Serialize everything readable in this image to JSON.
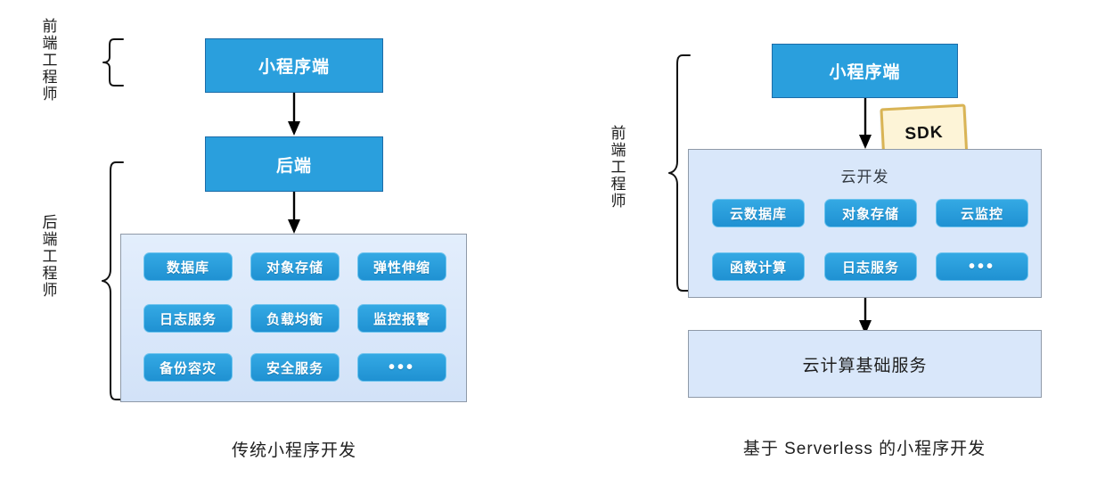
{
  "diagram": {
    "left": {
      "caption": "传统小程序开发",
      "roles": [
        {
          "name": "frontend-engineer",
          "label": "前端工程师"
        },
        {
          "name": "backend-engineer",
          "label": "后端工程师"
        }
      ],
      "boxes": [
        {
          "name": "miniprogram-client",
          "label": "小程序端"
        },
        {
          "name": "backend",
          "label": "后端"
        }
      ],
      "services": [
        {
          "label": "数据库"
        },
        {
          "label": "对象存储"
        },
        {
          "label": "弹性伸缩"
        },
        {
          "label": "日志服务"
        },
        {
          "label": "负载均衡"
        },
        {
          "label": "监控报警"
        },
        {
          "label": "备份容灾"
        },
        {
          "label": "安全服务"
        },
        {
          "label": "•••"
        }
      ]
    },
    "right": {
      "caption": "基于 Serverless 的小程序开发",
      "roles": [
        {
          "name": "frontend-engineer",
          "label": "前端工程师"
        }
      ],
      "boxes": [
        {
          "name": "miniprogram-client",
          "label": "小程序端"
        }
      ],
      "sdk_note": "SDK",
      "cloud_panel_title": "云开发",
      "services": [
        {
          "label": "云数据库"
        },
        {
          "label": "对象存储"
        },
        {
          "label": "云监控"
        },
        {
          "label": "函数计算"
        },
        {
          "label": "日志服务"
        },
        {
          "label": "•••"
        }
      ],
      "foundation_box": "云计算基础服务"
    }
  },
  "colors": {
    "solid_blue": "#2a9fdd",
    "box_border": "#1c6ca8",
    "panel_fill": "#d9e7fa",
    "panel_border": "#8f9aa8",
    "chip_blue": "#2599d8",
    "chip_border": "#6fc4ee",
    "sdk_fill": "#fdf4d7",
    "sdk_border": "#d9b455",
    "text_dark": "#1f1f1f",
    "arrow": "#000000"
  }
}
